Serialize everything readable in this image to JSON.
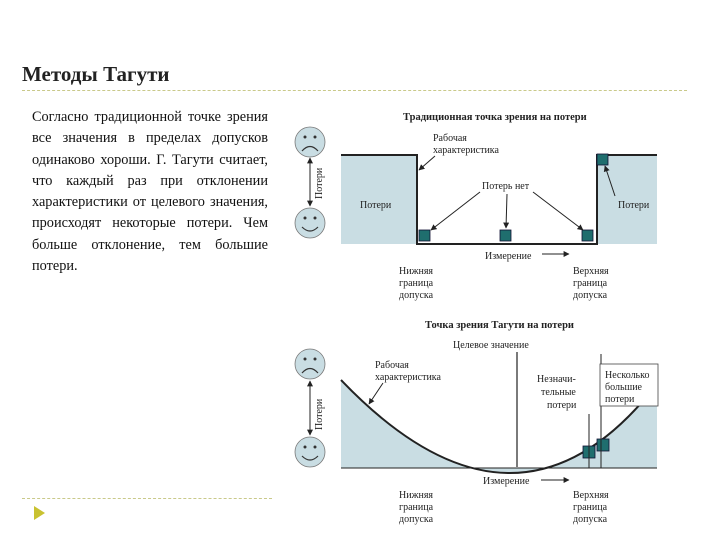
{
  "title": "Методы Тагути",
  "paragraph": "Согласно традиционной точке зрения все значения в пределах допусков одинаково хороши. Г. Тагути считает, что каждый раз при отклонении характеристики от целевого значения, происходят некоторые потери. Чем больше отклонение, тем большие потери.",
  "colors": {
    "fill": "#c9dde3",
    "marker": "#1f6e6e",
    "rule": "#c9c98a",
    "accent": "#c9c231"
  },
  "traditional": {
    "header": "Традиционная точка зрения на потери",
    "axis_label": "Потери",
    "curve_label": [
      "Рабочая",
      "характеристика"
    ],
    "no_loss": "Потерь нет",
    "loss_left": "Потери",
    "loss_right": "Потери",
    "measure": "Измерение",
    "lower": [
      "Нижняя",
      "граница",
      "допуска"
    ],
    "upper": [
      "Верхняя",
      "граница",
      "допуска"
    ]
  },
  "taguchi": {
    "header": "Точка зрения Тагути на потери",
    "target": "Целевое значение",
    "axis_label": "Потери",
    "curve_label": [
      "Рабочая",
      "характеристика"
    ],
    "small": [
      "Незначи-",
      "тельные",
      "потери"
    ],
    "larger": [
      "Несколько",
      "большие",
      "потери"
    ],
    "measure": "Измерение",
    "lower": [
      "Нижняя",
      "граница",
      "допуска"
    ],
    "upper": [
      "Верхняя",
      "граница",
      "допуска"
    ]
  }
}
